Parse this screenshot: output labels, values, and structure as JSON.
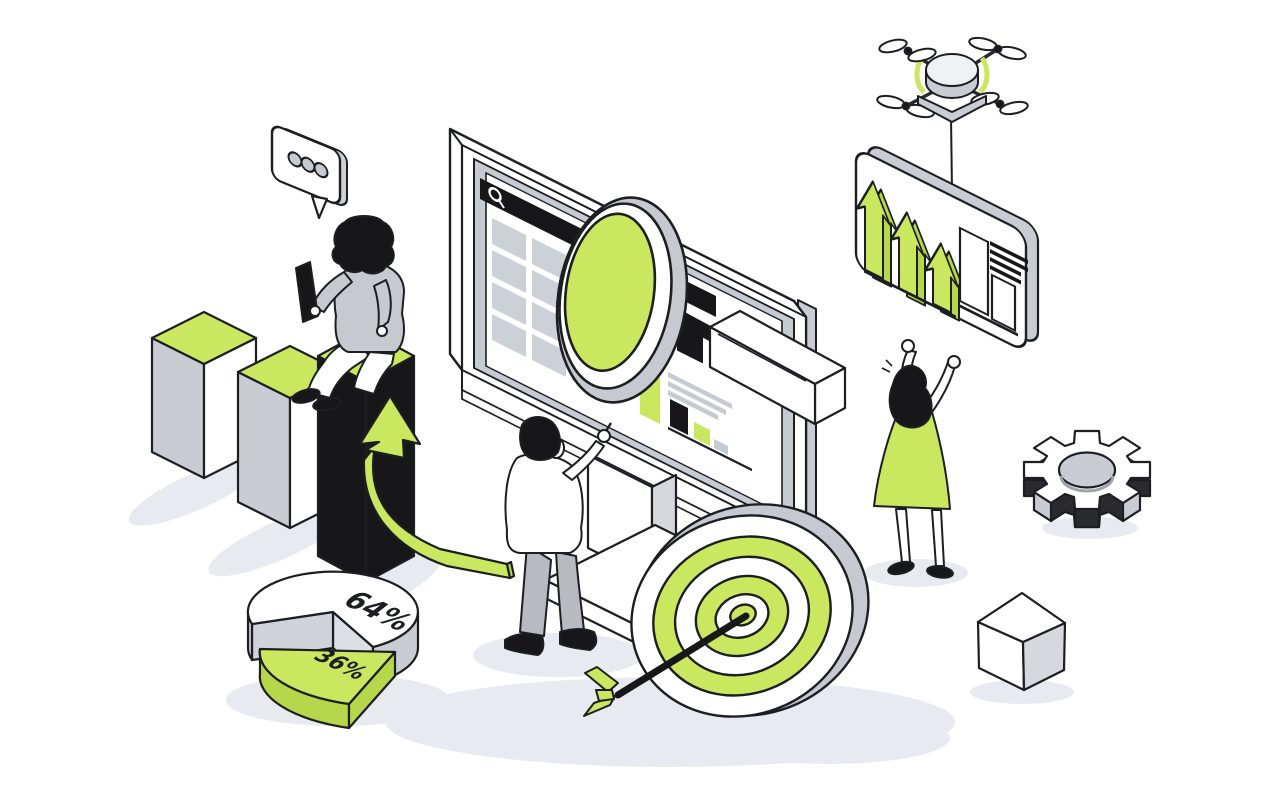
{
  "figure": {
    "type": "isometric-illustration",
    "theme": "seo-web-analytics",
    "pie": {
      "large_label": "64%",
      "small_label": "36%"
    },
    "colors": {
      "green": "#cbe75f",
      "green_dark": "#b6d64b",
      "gray": "#c9cdd3",
      "gray_light": "#dfe2e7",
      "ink": "#1d1e22",
      "shadow": "#e8eaf0",
      "white": "#ffffff"
    },
    "icons": [
      "speech-bubble-icon",
      "bar-chart-3d-icon",
      "tablet-icon",
      "growth-arrow-icon",
      "browser-monitor-icon",
      "search-bar-icon",
      "magnifier-icon",
      "grid-icon",
      "mini-bar-chart-icon",
      "target-icon",
      "arrow-dart-icon",
      "drone-icon",
      "growth-panel-icon",
      "up-arrows-icon",
      "gear-icon",
      "cube-icon",
      "pie-chart-icon"
    ]
  },
  "chart_data": {
    "type": "pie",
    "labels": [
      "64%",
      "36%"
    ],
    "values": [
      64,
      36
    ],
    "title": ""
  }
}
